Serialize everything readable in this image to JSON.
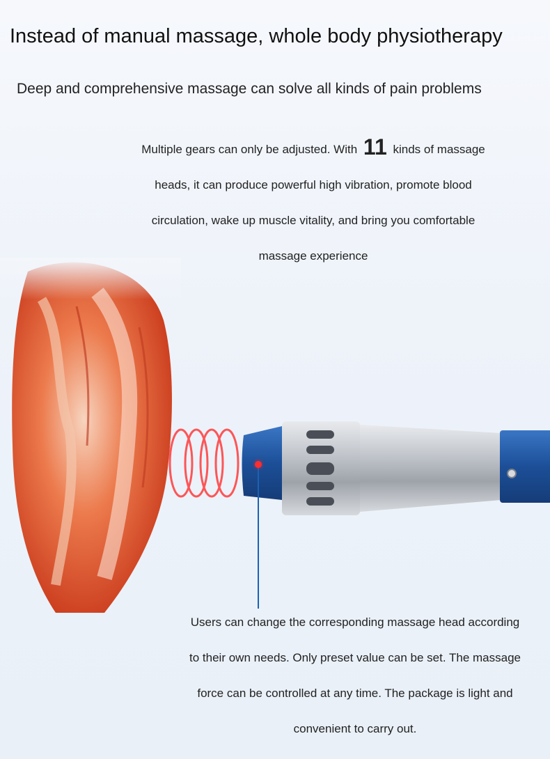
{
  "header": {
    "title": "Instead of manual massage, whole body physiotherapy",
    "subtitle": "Deep and comprehensive massage can solve all kinds of pain problems"
  },
  "description": {
    "line1_before": "Multiple gears can only be adjusted. With",
    "highlight_number": "11",
    "line1_after": "kinds of massage",
    "line2": "heads, it can produce powerful high vibration, promote blood",
    "line3": "circulation, wake up muscle vitality, and bring you comfortable",
    "line4": "massage experience"
  },
  "footer": {
    "line1": "Users can change the corresponding massage head according",
    "line2": "to their own needs. Only preset value can be set. The massage",
    "line3": "force can be controlled at any time. The package is light and",
    "line4": "convenient to carry out."
  },
  "colors": {
    "muscle": "#e2562c",
    "device_blue": "#1d4f9a",
    "device_silver": "#b8bcc2",
    "wave_red": "#ff3b3b",
    "pointer": "#1b62b3"
  },
  "illustration": {
    "muscle_image": "leg-muscle-illustration",
    "device_image": "shockwave-handpiece-illustration",
    "wave_icon": "vibration-wave-icon"
  }
}
